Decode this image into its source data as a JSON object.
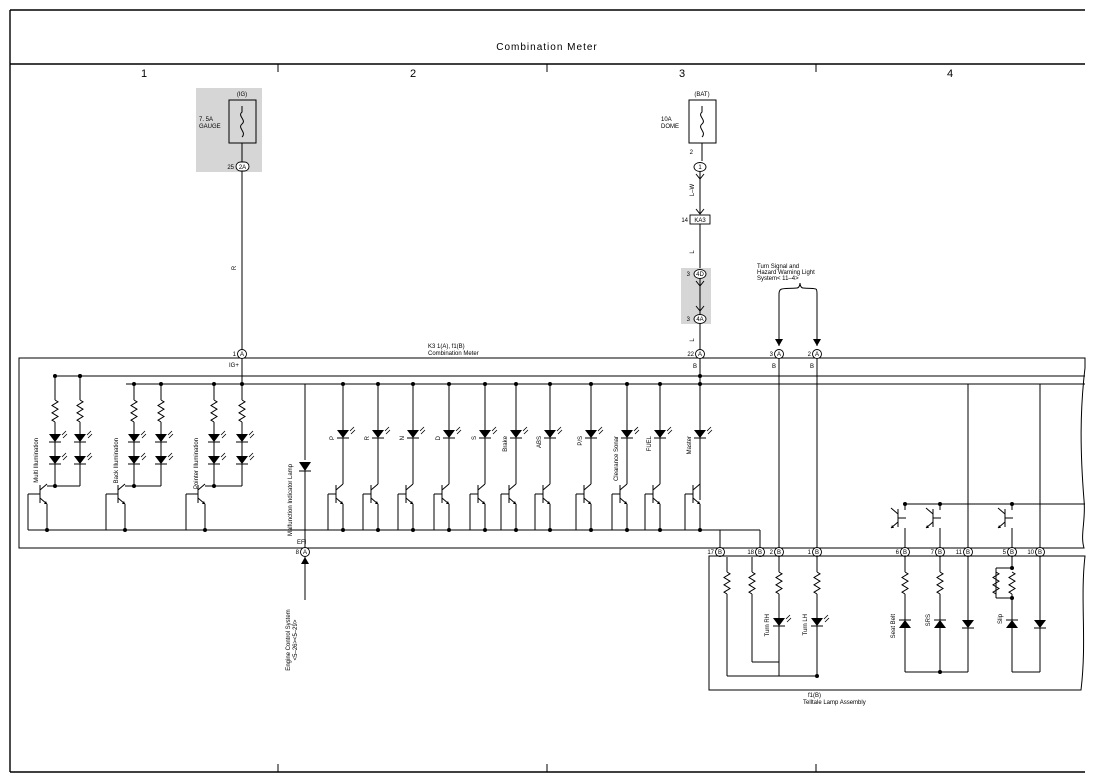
{
  "title": "Combination Meter",
  "columns": [
    "1",
    "2",
    "3",
    "4"
  ],
  "fuses": [
    {
      "supply": "(IG)",
      "label_lines": [
        "7. 5A",
        "GAUGE"
      ],
      "pin": "25",
      "connector": "2A"
    },
    {
      "supply": "(BAT)",
      "label_lines": [
        "10A",
        "DOME"
      ],
      "pin": "2",
      "connector": "1"
    }
  ],
  "wire_colors": {
    "gauge_feed": "R",
    "dome_feed_1": "L–W",
    "dome_feed_2": "L",
    "dome_feed_3": "L"
  },
  "junctions": {
    "ka3": {
      "pin": "14",
      "label": "KA3"
    },
    "upper_4d": {
      "pin": "3",
      "label": "4D"
    },
    "lower_4a": {
      "pin": "3",
      "label": "4A"
    }
  },
  "turn_signal_ref": [
    "Turn Signal and",
    "Hazard Warning Light",
    "System< 11–4>"
  ],
  "meter_ref": [
    "K3 1(A), f1(B)",
    "Combination Meter"
  ],
  "meter_pins": {
    "ig_pin": "1",
    "ig_conn": "A",
    "ig_label": "IG+",
    "dome_pin": "22",
    "dome_conn": "A",
    "dome_wire": "B",
    "turn3_pin": "3",
    "turn3_conn": "A",
    "turn3_wire": "B",
    "turn2_pin": "2",
    "turn2_conn": "A",
    "turn2_wire": "B",
    "efi_label": "EFI",
    "efi_pin": "8",
    "efi_conn": "A"
  },
  "illumination_labels": [
    "Multi Illumination",
    "Back Illumination",
    "Pointer Illumination"
  ],
  "malfunction_label": "Malfunction Indicator Lamp",
  "indicator_labels": [
    "P",
    "R",
    "N",
    "D",
    "S",
    "Brake",
    "ABS",
    "P/S",
    "Clearance Sonar",
    "FUEL",
    "Master"
  ],
  "bottom_pins": [
    {
      "pin": "17",
      "conn": "B"
    },
    {
      "pin": "18",
      "conn": "B"
    },
    {
      "pin": "2",
      "conn": "B"
    },
    {
      "pin": "1",
      "conn": "B"
    },
    {
      "pin": "6",
      "conn": "B"
    },
    {
      "pin": "7",
      "conn": "B"
    },
    {
      "pin": "11",
      "conn": "B"
    },
    {
      "pin": "5",
      "conn": "B"
    },
    {
      "pin": "10",
      "conn": "B"
    }
  ],
  "telltale_labels": [
    "Turn RH",
    "Turn LH",
    "Seat Belt",
    "SRS",
    "Slip"
  ],
  "telltale_ref": [
    "f1(B)",
    "Telltale Lamp Assembly"
  ],
  "engine_ref": [
    "Engine Control System",
    "<5–26><5–29>"
  ]
}
